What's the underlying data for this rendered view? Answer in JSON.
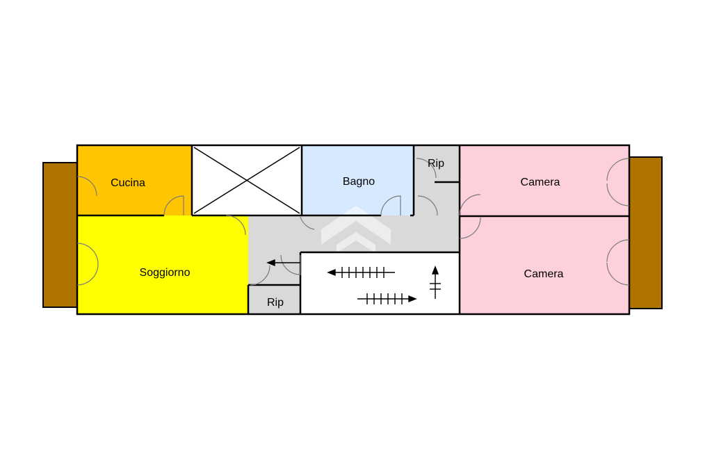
{
  "floor_plan": {
    "rooms": {
      "cucina": {
        "label": "Cucina",
        "color": "#FFC600"
      },
      "soggiorno": {
        "label": "Soggiorno",
        "color": "#FFFF00"
      },
      "bagno": {
        "label": "Bagno",
        "color": "#D6E9FF"
      },
      "rip_top": {
        "label": "Rip",
        "color": "#D9D9D9"
      },
      "rip_bottom": {
        "label": "Rip",
        "color": "#D9D9D9"
      },
      "camera_top": {
        "label": "Camera",
        "color": "#FDD0DC"
      },
      "camera_bottom": {
        "label": "Camera",
        "color": "#FDD0DC"
      },
      "corridor": {
        "color": "#D9D9D9"
      },
      "stairwell": {
        "color": "#FFFFFF"
      },
      "shaft": {
        "color": "#FFFFFF"
      }
    },
    "balcony_color": "#B07300",
    "wall_color": "#000000",
    "icons": [
      "stairs-icon",
      "shaft-cross-icon",
      "watermark-house-icon"
    ]
  }
}
